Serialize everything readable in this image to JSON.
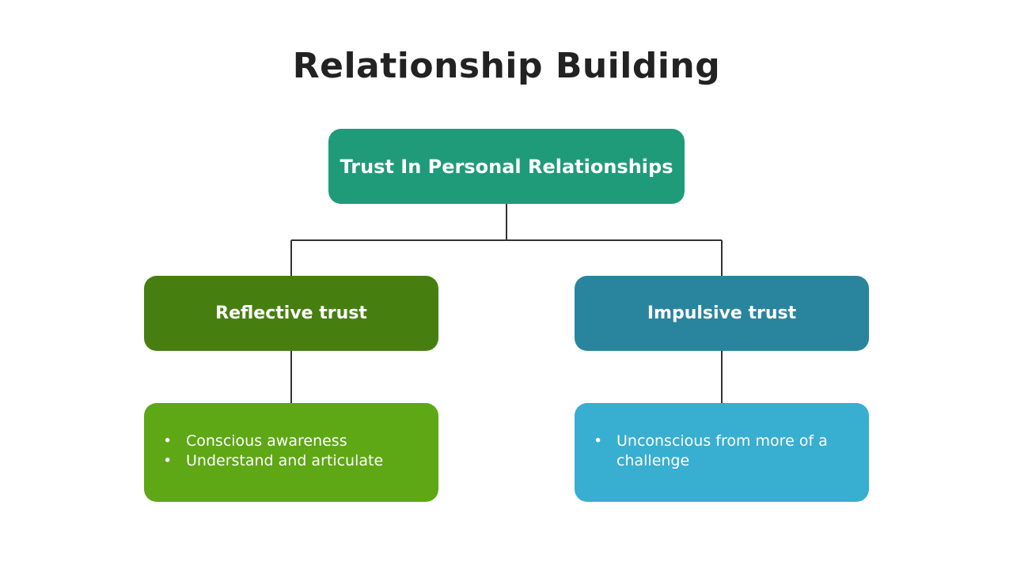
{
  "title": "Relationship Building",
  "colors": {
    "root": "#1f9b7a",
    "left_head": "#467f0f",
    "right_head": "#28859d",
    "left_detail": "#5ea715",
    "right_detail": "#38aed0",
    "connector": "#333333"
  },
  "root": {
    "label": "Trust In Personal Relationships"
  },
  "branches": [
    {
      "label": "Reflective trust",
      "items": [
        "Conscious awareness",
        "Understand and articulate"
      ]
    },
    {
      "label": "Impulsive trust",
      "items": [
        "Unconscious from more of a challenge"
      ]
    }
  ]
}
